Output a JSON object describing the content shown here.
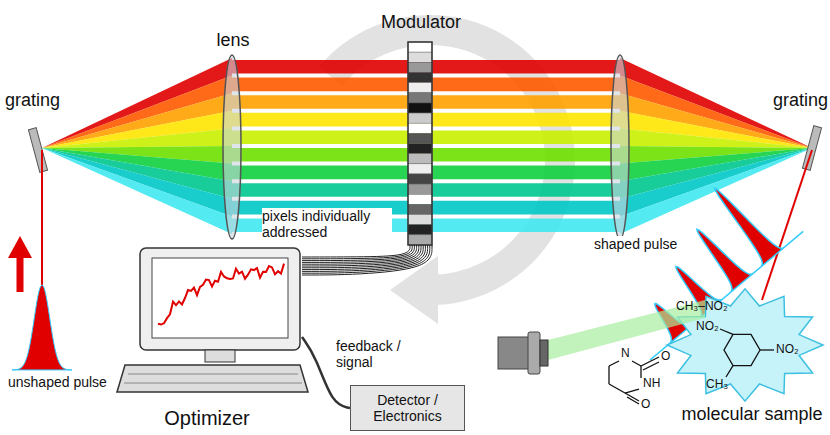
{
  "diagram": {
    "nodes": [
      {
        "text": [
          "grating"
        ]
      },
      {
        "text": [
          "lens"
        ]
      },
      {
        "text": [
          "Modulator"
        ]
      },
      {
        "text": [
          "grating"
        ]
      },
      {
        "text": [
          "Optimizer"
        ]
      },
      {
        "text": [
          "Detector / Electronics"
        ]
      },
      {
        "text": [
          "molecular sample"
        ]
      }
    ],
    "edges": [
      {
        "from": 4,
        "to": 2,
        "arrow": "none",
        "label": "pixels individually addressed"
      },
      {
        "from": 5,
        "to": 4,
        "arrow": "none",
        "label": "feedback / signal"
      }
    ],
    "labels": [
      "unshaped pulse",
      "shaped pulse",
      "CH₃–NO₂",
      "N",
      "O",
      "NH",
      "O",
      "NO₂",
      "NO₂",
      "CH₃"
    ]
  }
}
